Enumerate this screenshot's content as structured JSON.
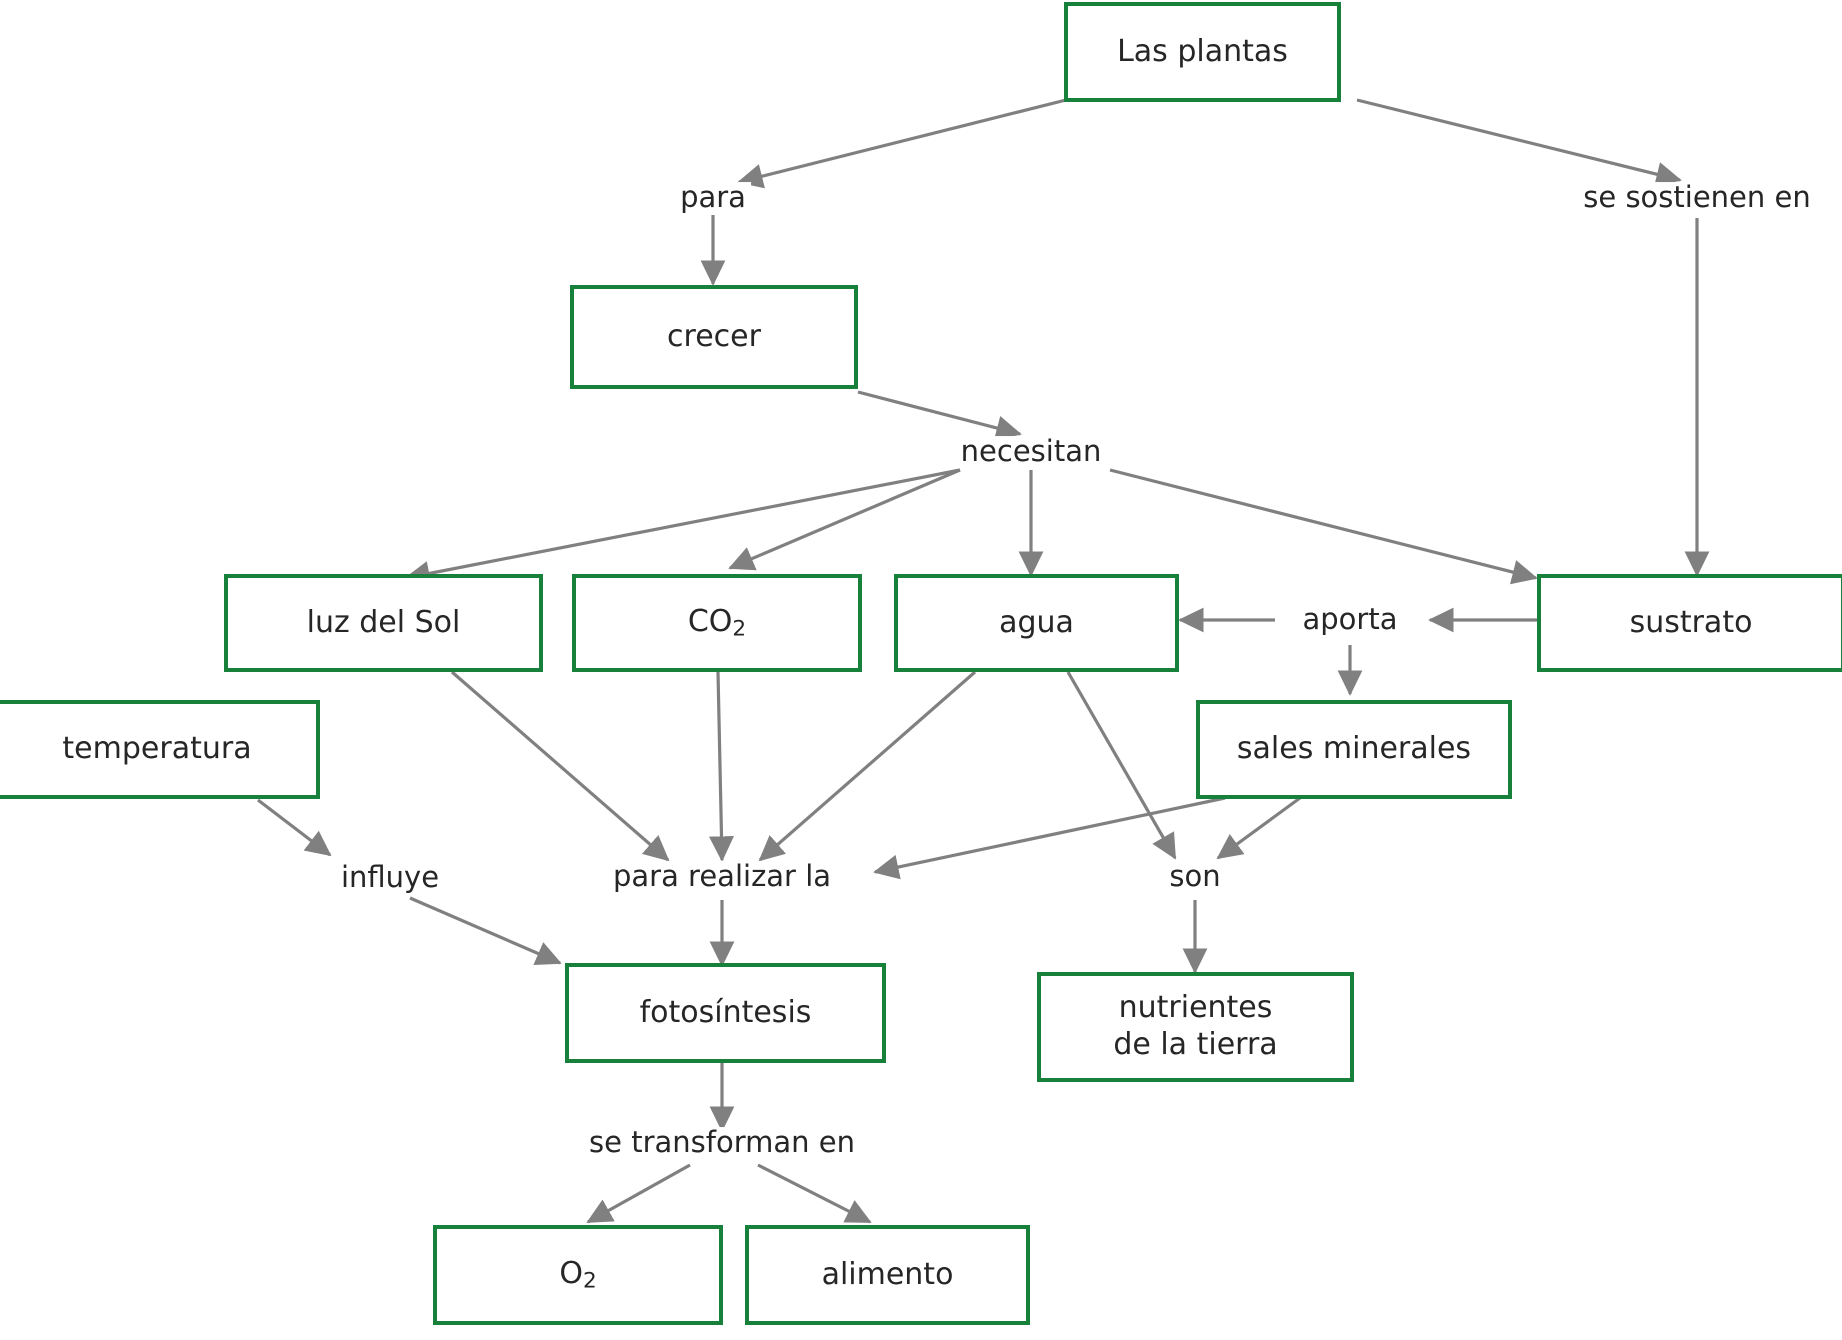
{
  "diagram": {
    "title": "Las plantas",
    "type": "concept-map",
    "colors": {
      "node_border": "#17803a",
      "node_fill": "#ffffff",
      "edge": "#808080",
      "text": "#262626",
      "background": "#ffffff"
    },
    "nodes": [
      {
        "id": "las_plantas",
        "label": "Las plantas"
      },
      {
        "id": "crecer",
        "label": "crecer"
      },
      {
        "id": "luz_del_sol",
        "label": "luz del Sol"
      },
      {
        "id": "co2",
        "label": "CO2",
        "html": "CO<sub>2</sub>"
      },
      {
        "id": "agua",
        "label": "agua"
      },
      {
        "id": "sustrato",
        "label": "sustrato"
      },
      {
        "id": "temperatura",
        "label": "temperatura"
      },
      {
        "id": "sales_minerales",
        "label": "sales minerales"
      },
      {
        "id": "fotosintesis",
        "label": "fotosíntesis"
      },
      {
        "id": "nutrientes",
        "label": "nutrientes\nde la tierra"
      },
      {
        "id": "o2",
        "label": "O2",
        "html": "O<sub>2</sub>"
      },
      {
        "id": "alimento",
        "label": "alimento"
      }
    ],
    "link_labels": [
      {
        "id": "para",
        "label": "para"
      },
      {
        "id": "se_sostienen_en",
        "label": "se sostienen en"
      },
      {
        "id": "necesitan",
        "label": "necesitan"
      },
      {
        "id": "aporta",
        "label": "aporta"
      },
      {
        "id": "influye",
        "label": "influye"
      },
      {
        "id": "para_realizar_la",
        "label": "para realizar la"
      },
      {
        "id": "son",
        "label": "son"
      },
      {
        "id": "se_transforman_en",
        "label": "se transforman en"
      }
    ],
    "edges": [
      {
        "from": "las_plantas",
        "to": "para",
        "arrow": true
      },
      {
        "from": "para",
        "to": "crecer",
        "arrow": true
      },
      {
        "from": "las_plantas",
        "to": "se_sostienen_en",
        "arrow": true
      },
      {
        "from": "se_sostienen_en",
        "to": "sustrato",
        "arrow": true
      },
      {
        "from": "crecer",
        "to": "necesitan",
        "arrow": true
      },
      {
        "from": "necesitan",
        "to": "luz_del_sol",
        "arrow": true
      },
      {
        "from": "necesitan",
        "to": "co2",
        "arrow": true
      },
      {
        "from": "necesitan",
        "to": "agua",
        "arrow": true
      },
      {
        "from": "necesitan",
        "to": "sustrato",
        "arrow": true
      },
      {
        "from": "sustrato",
        "to": "aporta",
        "arrow": true
      },
      {
        "from": "aporta",
        "to": "agua",
        "arrow": true
      },
      {
        "from": "aporta",
        "to": "sales_minerales",
        "arrow": true
      },
      {
        "from": "luz_del_sol",
        "to": "para_realizar_la",
        "arrow": true
      },
      {
        "from": "co2",
        "to": "para_realizar_la",
        "arrow": true
      },
      {
        "from": "agua",
        "to": "para_realizar_la",
        "arrow": true
      },
      {
        "from": "sales_minerales",
        "to": "para_realizar_la",
        "arrow": true
      },
      {
        "from": "agua",
        "to": "son",
        "arrow": true
      },
      {
        "from": "sales_minerales",
        "to": "son",
        "arrow": true
      },
      {
        "from": "son",
        "to": "nutrientes",
        "arrow": true
      },
      {
        "from": "temperatura",
        "to": "influye",
        "arrow": true
      },
      {
        "from": "influye",
        "to": "fotosintesis",
        "arrow": true
      },
      {
        "from": "para_realizar_la",
        "to": "fotosintesis",
        "arrow": true
      },
      {
        "from": "fotosintesis",
        "to": "se_transforman_en",
        "arrow": true
      },
      {
        "from": "se_transforman_en",
        "to": "o2",
        "arrow": true
      },
      {
        "from": "se_transforman_en",
        "to": "alimento",
        "arrow": true
      }
    ]
  }
}
